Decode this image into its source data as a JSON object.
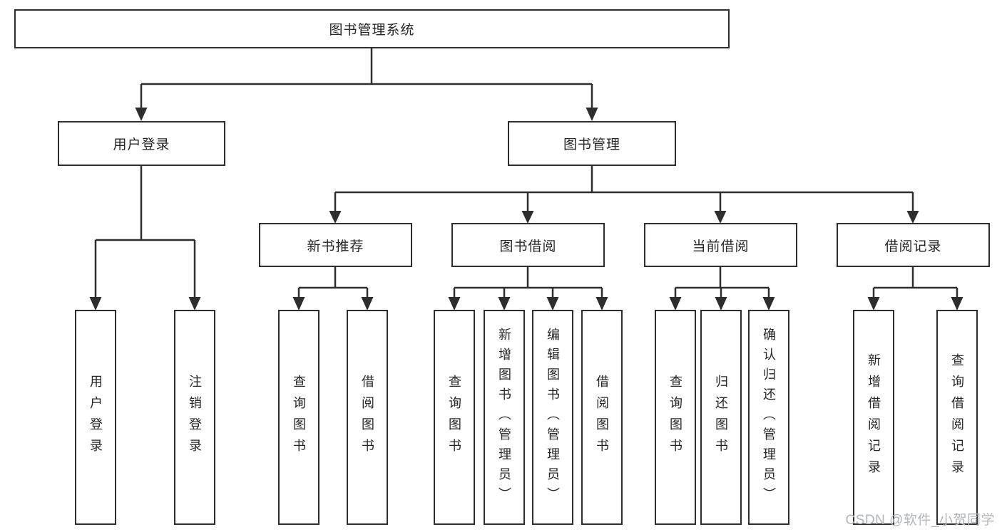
{
  "diagram": {
    "type": "tree",
    "title": "图书管理系统",
    "colors": {
      "line": "#2e2e2e",
      "text": "#262626",
      "background": "#ffffff",
      "watermark_text": "#b3b6b9"
    },
    "nodes": {
      "root": "图书管理系统",
      "user_login": "用户登录",
      "book_mgmt": "图书管理",
      "new_book_rec": "新书推荐",
      "book_borrow": "图书借阅",
      "current_borrow": "当前借阅",
      "borrow_records": "借阅记录",
      "ul_user_login": "用户登录",
      "ul_logout": "注销登录",
      "nb_query_book": "查询图书",
      "nb_borrow_book": "借阅图书",
      "bb_query_book": "查询图书",
      "bb_add_book": "新增图书（管理员）",
      "bb_edit_book": "编辑图书（管理员）",
      "bb_borrow_book": "借阅图书",
      "cb_query_book": "查询图书",
      "cb_return_book": "归还图书",
      "cb_confirm_return": "确认归还（管理员）",
      "br_add_record": "新增借阅记录",
      "br_query_record": "查询借阅记录"
    },
    "hierarchy": [
      {
        "parent": "图书管理系统",
        "children": [
          "用户登录",
          "图书管理"
        ]
      },
      {
        "parent": "用户登录",
        "children": [
          "用户登录",
          "注销登录"
        ]
      },
      {
        "parent": "图书管理",
        "children": [
          "新书推荐",
          "图书借阅",
          "当前借阅",
          "借阅记录"
        ]
      },
      {
        "parent": "新书推荐",
        "children": [
          "查询图书",
          "借阅图书"
        ]
      },
      {
        "parent": "图书借阅",
        "children": [
          "查询图书",
          "新增图书（管理员）",
          "编辑图书（管理员）",
          "借阅图书"
        ]
      },
      {
        "parent": "当前借阅",
        "children": [
          "查询图书",
          "归还图书",
          "确认归还（管理员）"
        ]
      },
      {
        "parent": "借阅记录",
        "children": [
          "新增借阅记录",
          "查询借阅记录"
        ]
      }
    ],
    "watermark": "CSDN @软件_小贺同学"
  }
}
